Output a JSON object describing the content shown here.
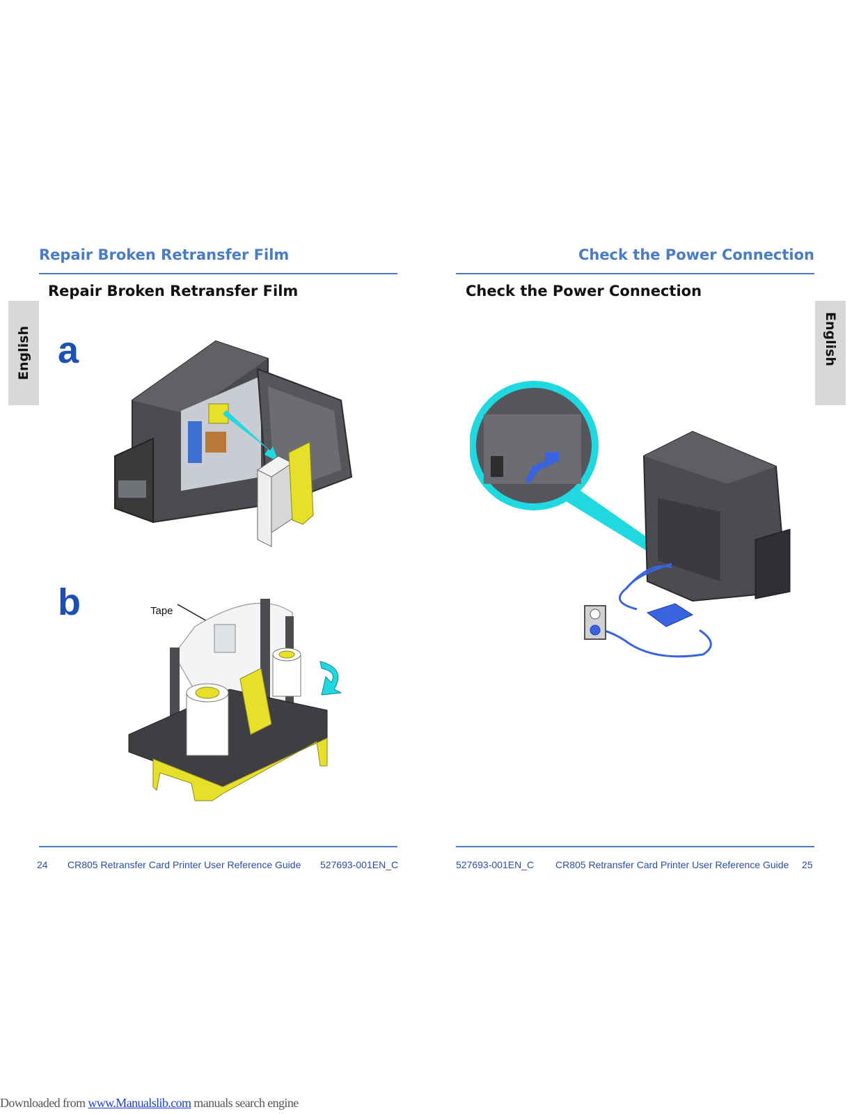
{
  "left_page": {
    "header": "Repair Broken Retransfer Film",
    "subtitle": "Repair Broken Retransfer Film",
    "side_tab": "English",
    "step_a": "a",
    "step_b": "b",
    "callout_tape": "Tape",
    "footer": {
      "page": "24",
      "guide": "CR805 Retransfer Card Printer User Reference Guide",
      "doc_id": "527693-001EN_C"
    }
  },
  "right_page": {
    "header": "Check the Power Connection",
    "subtitle": "Check the Power Connection",
    "side_tab": "English",
    "footer": {
      "doc_id": "527693-001EN_C",
      "guide": "CR805 Retransfer Card Printer User Reference Guide",
      "page": "25"
    }
  },
  "download_notice": {
    "prefix": "Downloaded from ",
    "link": "www.Manualslib.com",
    "suffix": " manuals search engine"
  },
  "colors": {
    "accent_blue": "#4a7cc4",
    "step_blue": "#1e4fb5",
    "cyan": "#1fd8e0",
    "yellow": "#e6e02a"
  }
}
